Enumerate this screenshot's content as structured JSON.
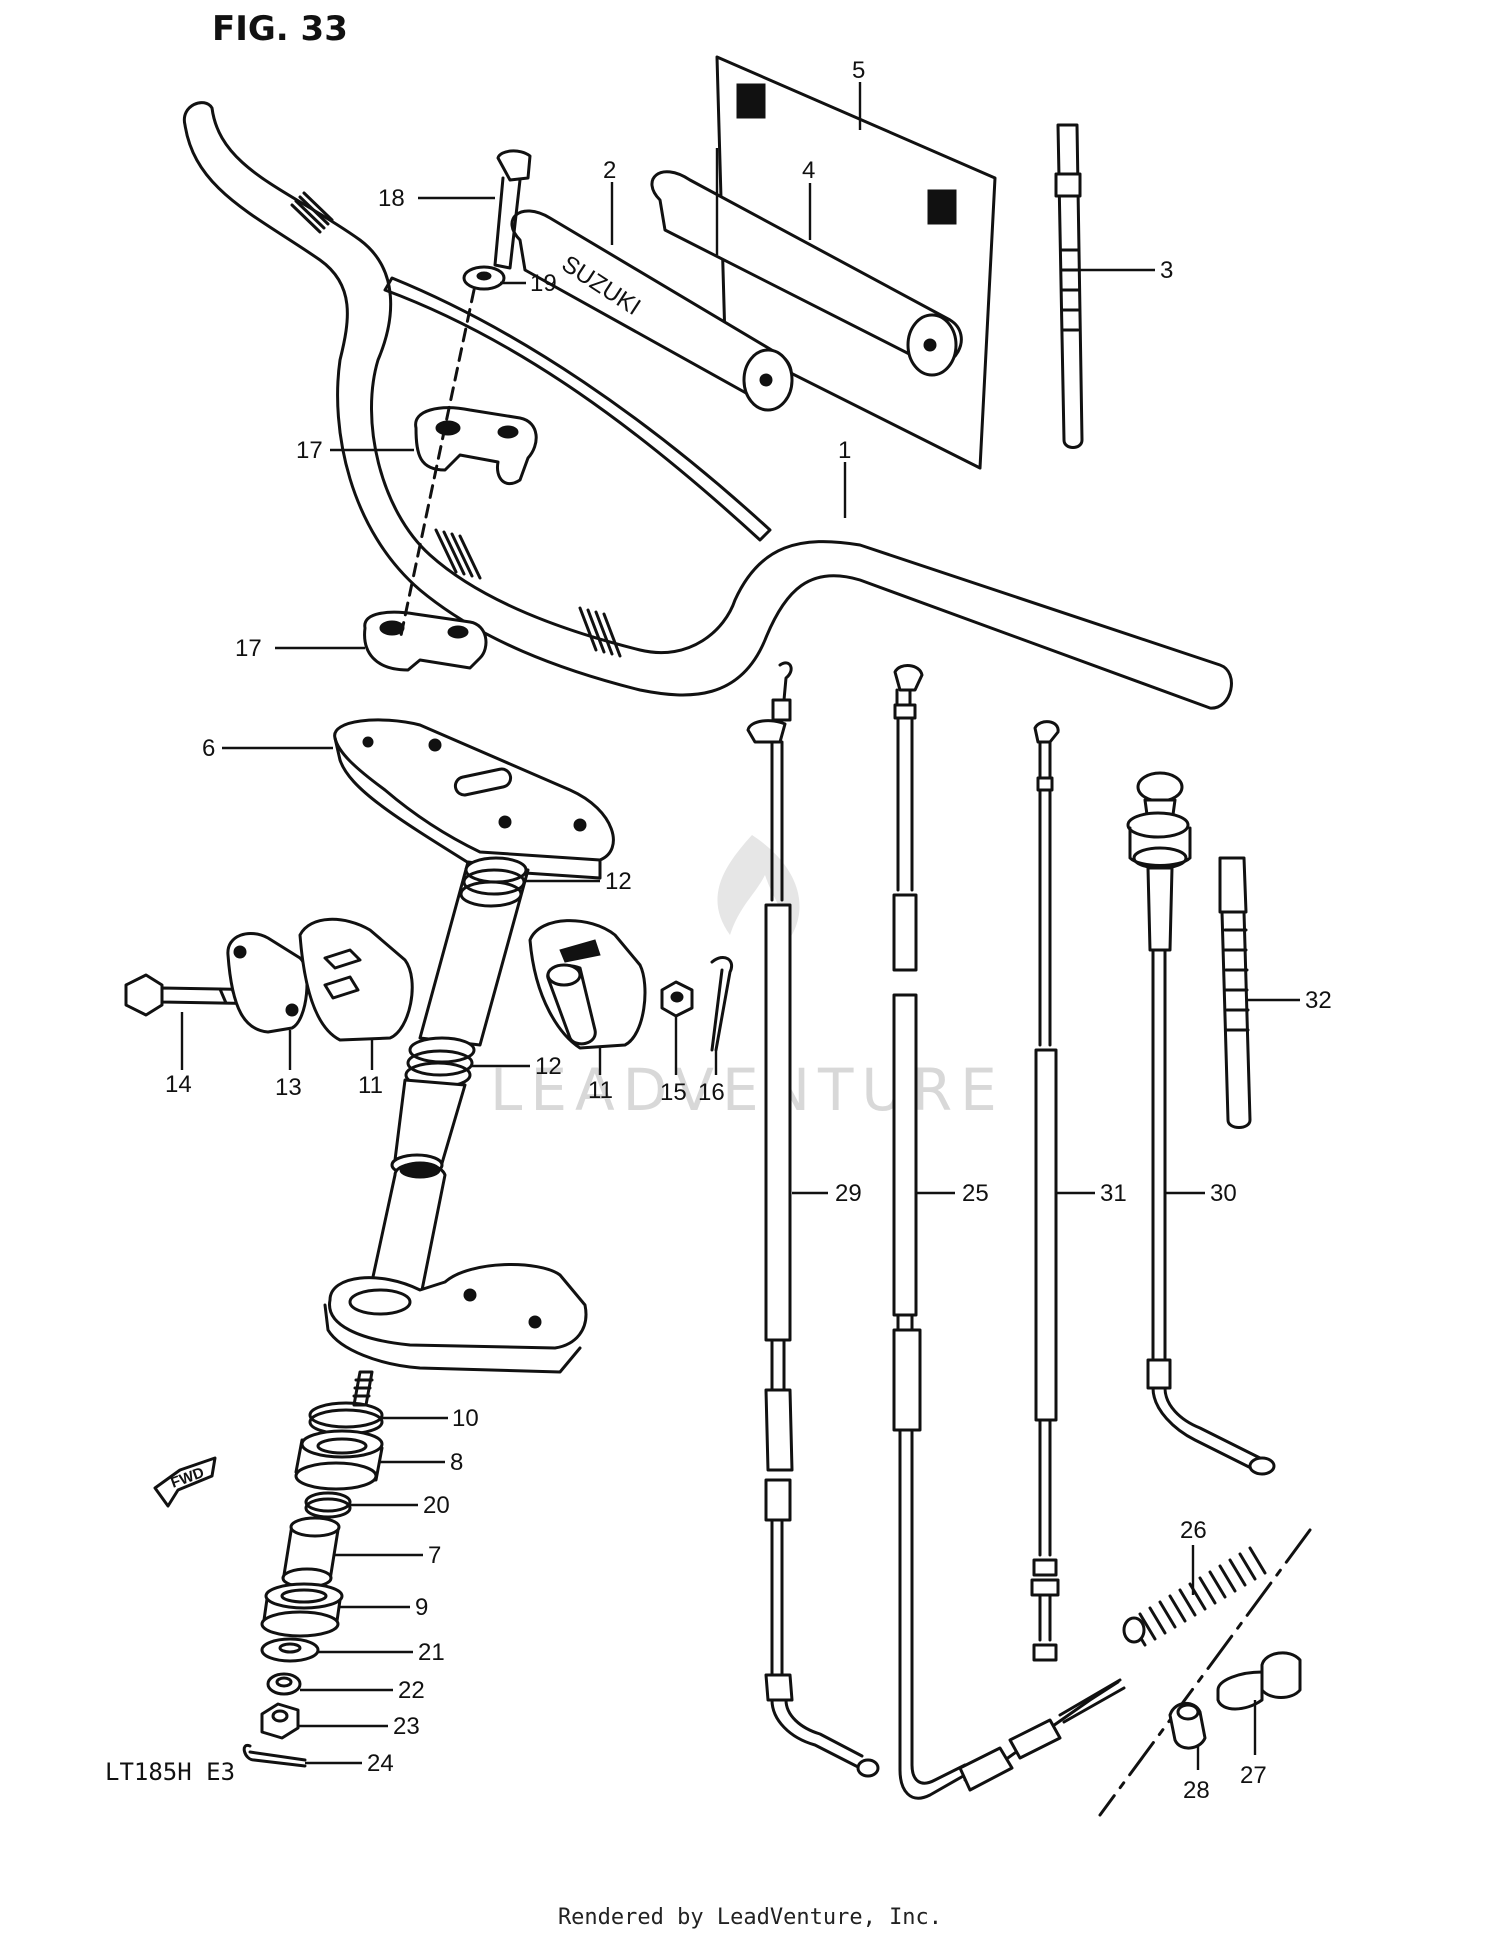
{
  "figure": {
    "title": "FIG. 33",
    "model_code": "LT185H E3",
    "fwd_label": "FWD",
    "grip_brand": "SUZUKI",
    "watermark": "LEADVENTURE",
    "footer": "Rendered by LeadVenture, Inc."
  },
  "callouts": [
    {
      "id": "1",
      "label": "1"
    },
    {
      "id": "2",
      "label": "2"
    },
    {
      "id": "3",
      "label": "3"
    },
    {
      "id": "4",
      "label": "4"
    },
    {
      "id": "5",
      "label": "5"
    },
    {
      "id": "6",
      "label": "6"
    },
    {
      "id": "7",
      "label": "7"
    },
    {
      "id": "8",
      "label": "8"
    },
    {
      "id": "9",
      "label": "9"
    },
    {
      "id": "10",
      "label": "10"
    },
    {
      "id": "11a",
      "label": "11"
    },
    {
      "id": "11b",
      "label": "11"
    },
    {
      "id": "12a",
      "label": "12"
    },
    {
      "id": "12b",
      "label": "12"
    },
    {
      "id": "13",
      "label": "13"
    },
    {
      "id": "14",
      "label": "14"
    },
    {
      "id": "15",
      "label": "15"
    },
    {
      "id": "16",
      "label": "16"
    },
    {
      "id": "17a",
      "label": "17"
    },
    {
      "id": "17b",
      "label": "17"
    },
    {
      "id": "18",
      "label": "18"
    },
    {
      "id": "19",
      "label": "19"
    },
    {
      "id": "20",
      "label": "20"
    },
    {
      "id": "21",
      "label": "21"
    },
    {
      "id": "22",
      "label": "22"
    },
    {
      "id": "23",
      "label": "23"
    },
    {
      "id": "24",
      "label": "24"
    },
    {
      "id": "25",
      "label": "25"
    },
    {
      "id": "26",
      "label": "26"
    },
    {
      "id": "27",
      "label": "27"
    },
    {
      "id": "28",
      "label": "28"
    },
    {
      "id": "29",
      "label": "29"
    },
    {
      "id": "30",
      "label": "30"
    },
    {
      "id": "31",
      "label": "31"
    },
    {
      "id": "32",
      "label": "32"
    }
  ]
}
